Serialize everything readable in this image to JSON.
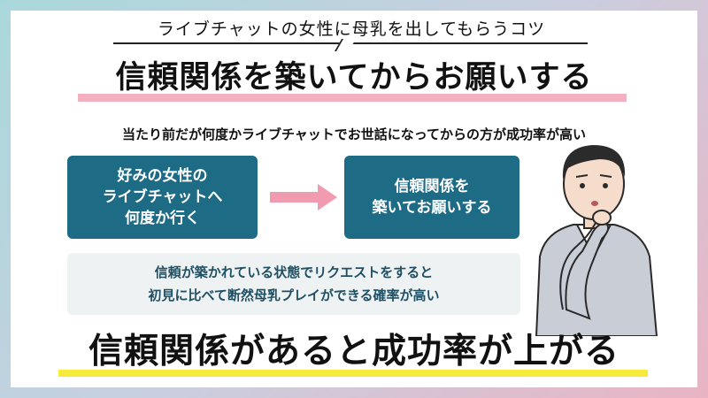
{
  "subtitle": "ライブチャットの女性に母乳を出してもらうコツ",
  "headline": "信頼関係を築いてからお願いする",
  "intro": "当たり前だが何度かライブチャットでお世話になってからの方が成功率が高い",
  "flow": {
    "left_lines": [
      "好みの女性の",
      "ライブチャットへ",
      "何度か行く"
    ],
    "right_lines": [
      "信頼関係を",
      "築いてお願いする"
    ]
  },
  "info_lines": [
    "信頼が築かれている状態でリクエストをすると",
    "初見に比べて断然母乳プレイができる確率が高い"
  ],
  "conclusion": "信頼関係があると成功率が上がる",
  "colors": {
    "box_fill": "#1e6b85",
    "arrow": "#f19bb0",
    "headline_underline": "#f4b0c0",
    "conclusion_underline": "#f6ea3a",
    "info_fill": "#eef2f3"
  },
  "icons": {
    "arrow": "right-arrow-icon",
    "person": "thinking-businessman-illustration"
  }
}
